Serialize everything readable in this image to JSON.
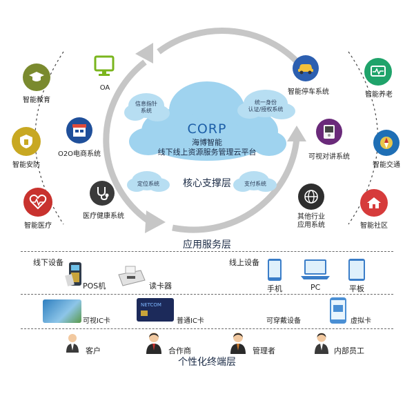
{
  "center": {
    "title": "CORP",
    "line1": "海博智能",
    "line2": "线下线上资源服务管理云平台",
    "core_layer": "核心支撑层"
  },
  "clouds": {
    "info": "信息指针\n系统",
    "auth": "统一身份\n认证/授权系统",
    "location": "定位系统",
    "payment": "支付系统"
  },
  "left_outer": [
    "智能教育",
    "智能安防",
    "智能医疗"
  ],
  "left_inner": [
    "OA",
    "O2O电商系统",
    "医疗健康系统"
  ],
  "right_inner": [
    "智能停车系统",
    "可视对讲系统",
    "其他行业\n应用系统"
  ],
  "right_outer": [
    "智能养老",
    "智能交通",
    "智能社区"
  ],
  "service_layer": "应用服务层",
  "offline": {
    "title": "线下设备",
    "items": [
      "POS机",
      "读卡器"
    ]
  },
  "online": {
    "title": "线上设备",
    "items": [
      "手机",
      "PC",
      "平板"
    ]
  },
  "cards": [
    "可视IC卡",
    "普通IC卡",
    "可穿戴设备",
    "虚拟卡"
  ],
  "people": [
    "客户",
    "合作商",
    "管理者",
    "内部员工"
  ],
  "terminal_layer": "个性化终端层",
  "colors": {
    "cloud": "#9fd3ef",
    "accent_gray": "#bdbdbd",
    "edu": "#7a8a2e",
    "security": "#c8a822",
    "medical": "#c8322e",
    "eldercare": "#1fa36a",
    "traffic": "#1f6fb5",
    "community": "#d63b3b"
  }
}
